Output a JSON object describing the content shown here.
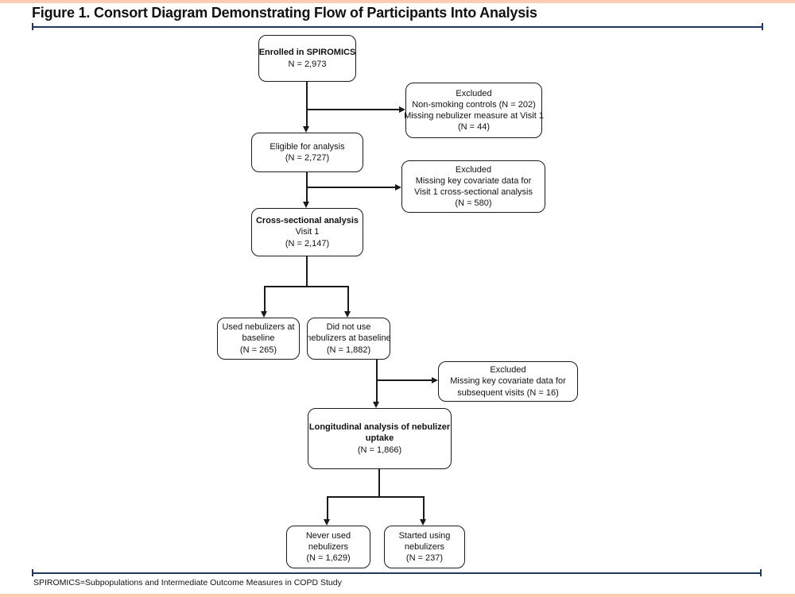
{
  "page": {
    "title": "Figure 1. Consort Diagram Demonstrating Flow of Participants Into Analysis",
    "footnote": "SPIROMICS=Subpopulations and Intermediate Outcome Measures in COPD Study"
  },
  "colors": {
    "accent_bar": "#fbcdb3",
    "rule": "#20395e",
    "box_border": "#1a1a1a",
    "text": "#111111",
    "background": "#ffffff"
  },
  "flow": {
    "enrolled": {
      "lines": [
        "Enrolled in SPIROMICS",
        "N = 2,973"
      ]
    },
    "excluded_visit1": {
      "lines": [
        "Excluded",
        "Non-smoking controls (N = 202)",
        "Missing nebulizer measure at Visit 1",
        "(N = 44)"
      ]
    },
    "eligible": {
      "lines": [
        "Eligible for analysis",
        "(N = 2,727)"
      ]
    },
    "excluded_cross_sectional": {
      "lines": [
        "Excluded",
        "Missing key covariate data for",
        "Visit 1 cross-sectional analysis",
        "(N = 580)"
      ]
    },
    "cross_sectional": {
      "lines": [
        "Cross-sectional analysis",
        "Visit 1",
        "(N = 2,147)"
      ]
    },
    "used_nebulizers": {
      "lines": [
        "Used nebulizers at",
        "baseline",
        "(N = 265)"
      ]
    },
    "did_not_use_nebulizers": {
      "lines": [
        "Did not use",
        "nebulizers at baseline",
        "(N = 1,882)"
      ]
    },
    "excluded_subsequent": {
      "lines": [
        "Excluded",
        "Missing key covariate data for",
        "subsequent visits (N = 16)"
      ]
    },
    "longitudinal": {
      "lines": [
        "Longitudinal analysis of nebulizer",
        "uptake",
        "(N = 1,866)"
      ]
    },
    "never_used": {
      "lines": [
        "Never used",
        "nebulizers",
        "(N = 1,629)"
      ]
    },
    "started_using": {
      "lines": [
        "Started using",
        "nebulizers",
        "(N = 237)"
      ]
    }
  }
}
